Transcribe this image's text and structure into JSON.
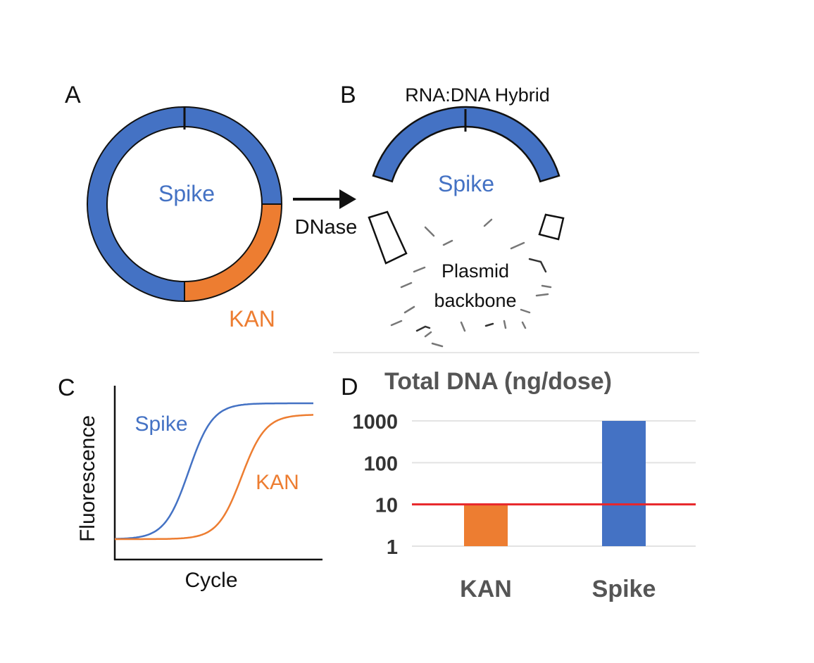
{
  "colors": {
    "spike": "#4472C4",
    "kan": "#ED7D31",
    "threshold": "#E8262A",
    "ink": "#111111",
    "grey_text": "#555555"
  },
  "panel_a": {
    "letter": "A",
    "spike_label": "Spike",
    "kan_label": "KAN"
  },
  "arrow": {
    "label": "DNase"
  },
  "panel_b": {
    "letter": "B",
    "title": "RNA:DNA Hybrid",
    "spike_label": "Spike",
    "backbone_line1": "Plasmid",
    "backbone_line2": "backbone"
  },
  "panel_c": {
    "letter": "C",
    "ylabel": "Fluorescence",
    "xlabel": "Cycle",
    "spike_label": "Spike",
    "kan_label": "KAN"
  },
  "panel_d": {
    "letter": "D",
    "title": "Total DNA (ng/dose)"
  },
  "chart_data": {
    "type": "bar",
    "title": "Total DNA (ng/dose)",
    "categories": [
      "KAN",
      "Spike"
    ],
    "values": [
      10,
      1000
    ],
    "yscale": "log",
    "ylim": [
      1,
      1000
    ],
    "yticks": [
      "1",
      "10",
      "100",
      "1000"
    ],
    "threshold": 10,
    "grid": true,
    "bar_colors": [
      "#ED7D31",
      "#4472C4"
    ]
  }
}
